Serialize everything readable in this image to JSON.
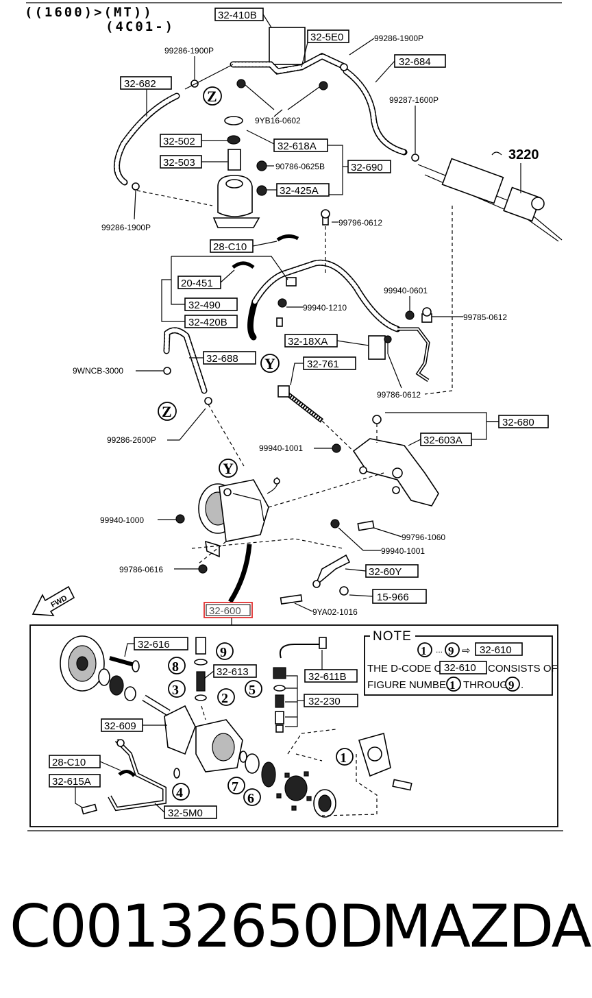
{
  "header": {
    "line1": "((1600)>(MT))",
    "line2": "(4C01-)"
  },
  "labels": {
    "p32_410B": "32-410B",
    "p32_5E0": "32-5E0",
    "p99286_1900P_a": "99286-1900P",
    "p99286_1900P_b": "99286-1900P",
    "p99286_1900P_c": "99286-1900P",
    "p32_684": "32-684",
    "p32_682": "32-682",
    "p99287_1600P": "99287-1600P",
    "p9YB16_0602": "9YB16-0602",
    "p32_502": "32-502",
    "p32_618A": "32-618A",
    "p32_503": "32-503",
    "p90786_0625B": "90786-0625B",
    "p32_690": "32-690",
    "p32_425A": "32-425A",
    "p3220": "3220",
    "p99796_0612": "99796-0612",
    "p28_C10_a": "28-C10",
    "p20_451": "20-451",
    "p32_490": "32-490",
    "p32_420B": "32-420B",
    "p99940_1210": "99940-1210",
    "p99940_0601": "99940-0601",
    "p99785_0612": "99785-0612",
    "p32_18XA": "32-18XA",
    "p32_688": "32-688",
    "p9WNCB_3000": "9WNCB-3000",
    "p32_761": "32-761",
    "p99786_0612": "99786-0612",
    "p99286_2600P": "99286-2600P",
    "p32_680": "32-680",
    "p32_603A": "32-603A",
    "p99940_1001_a": "99940-1001",
    "p99940_1000": "99940-1000",
    "p99796_1060": "99796-1060",
    "p99940_1001_b": "99940-1001",
    "p99786_0616": "99786-0616",
    "p32_60Y": "32-60Y",
    "p15_966": "15-966",
    "p9YA02_1016": "9YA02-1016",
    "p32_600": "32-600",
    "p32_616": "32-616",
    "p32_613": "32-613",
    "p32_611B": "32-611B",
    "p32_230": "32-230",
    "p32_609": "32-609",
    "p28_C10_b": "28-C10",
    "p32_615A": "32-615A",
    "p32_5M0": "32-5M0"
  },
  "markers": {
    "z1": "Z",
    "z2": "Z",
    "y1": "Y",
    "y2": "Y",
    "n1": "1",
    "n2": "2",
    "n3": "3",
    "n4": "4",
    "n5": "5",
    "n6": "6",
    "n7": "7",
    "n8": "8",
    "n9": "9",
    "note_n1": "1",
    "note_n9": "9",
    "note_n1b": "1",
    "note_n9b": "9"
  },
  "note": {
    "title": "NOTE",
    "ellipsis": "...",
    "arrow": "⇨",
    "target_code": "32-610",
    "line2_pre": "THE D-CODE OF",
    "line2_code": "32-610",
    "line2_post": "CONSISTS OF",
    "line3_pre": "FIGURE NUMBERS",
    "line3_mid": "THROUGH",
    "line3_end": "."
  },
  "fwd_label": "FWD",
  "footer": {
    "part_code": "C00132650D",
    "brand": "MAZDA"
  },
  "colors": {
    "highlight": "#e03030",
    "ink": "#000000",
    "paper": "#ffffff"
  }
}
